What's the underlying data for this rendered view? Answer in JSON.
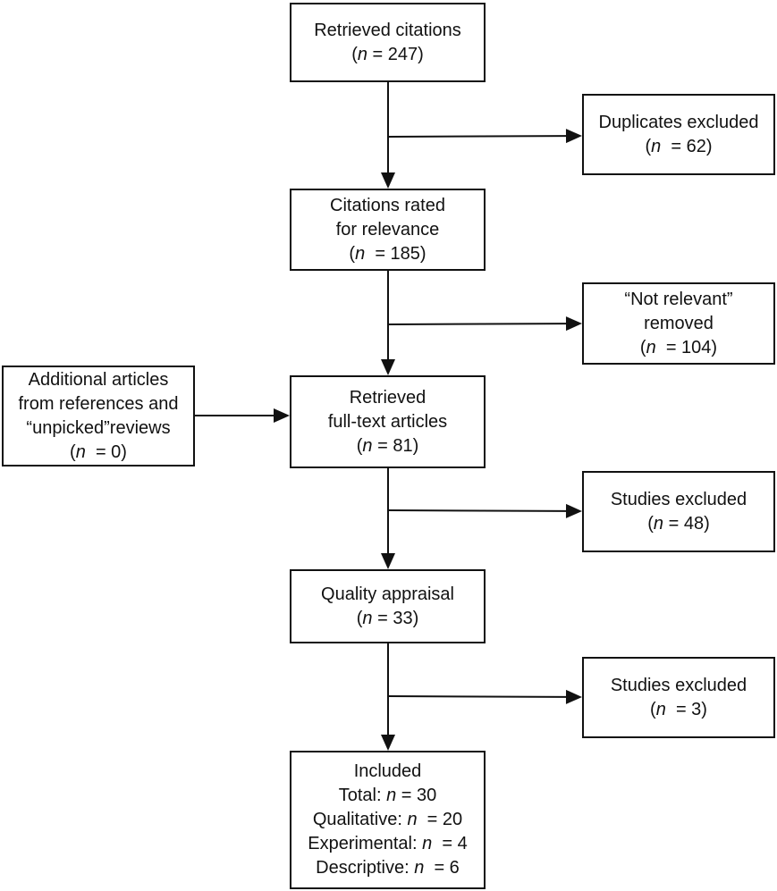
{
  "nodes": [
    {
      "id": "retrieved",
      "lines": [
        {
          "text": "Retrieved citations"
        },
        {
          "n": "n",
          "value": " = 247)",
          "pre": "("
        }
      ]
    },
    {
      "id": "duplicates",
      "lines": [
        {
          "text": "Duplicates excluded"
        },
        {
          "pre": "(",
          "n": "n",
          "value": "  = 62)"
        }
      ]
    },
    {
      "id": "rated",
      "lines": [
        {
          "text": "Citations rated"
        },
        {
          "text": "for relevance"
        },
        {
          "pre": "(",
          "n": "n",
          "value": "  = 185)"
        }
      ]
    },
    {
      "id": "notrelevant",
      "lines": [
        {
          "text": "“Not relevant”"
        },
        {
          "text": "removed"
        },
        {
          "pre": "(",
          "n": "n",
          "value": "  = 104)"
        }
      ]
    },
    {
      "id": "additional",
      "lines": [
        {
          "text": "Additional articles"
        },
        {
          "text": "from references and"
        },
        {
          "text": "“unpicked”reviews"
        },
        {
          "pre": "(",
          "n": "n",
          "value": "  = 0)"
        }
      ]
    },
    {
      "id": "fulltext",
      "lines": [
        {
          "text": "Retrieved"
        },
        {
          "text": "full-text articles"
        },
        {
          "pre": "(",
          "n": "n",
          "value": " = 81)"
        }
      ]
    },
    {
      "id": "excluded1",
      "lines": [
        {
          "text": "Studies excluded"
        },
        {
          "pre": "(",
          "n": "n",
          "value": " = 48)"
        }
      ]
    },
    {
      "id": "quality",
      "lines": [
        {
          "text": "Quality appraisal"
        },
        {
          "pre": "(",
          "n": "n",
          "value": " = 33)"
        }
      ]
    },
    {
      "id": "excluded2",
      "lines": [
        {
          "text": "Studies excluded"
        },
        {
          "pre": "(",
          "n": "n",
          "value": "  = 3)"
        }
      ]
    },
    {
      "id": "included",
      "lines": [
        {
          "text": "Included"
        },
        {
          "pre": "Total: ",
          "n": "n",
          "value": " = 30"
        },
        {
          "pre": "Qualitative: ",
          "n": "n",
          "value": "  = 20"
        },
        {
          "pre": "Experimental: ",
          "n": "n",
          "value": "  = 4"
        },
        {
          "pre": "Descriptive: ",
          "n": "n",
          "value": "  = 6"
        }
      ]
    }
  ],
  "edges": [
    {
      "from": "retrieved",
      "to": "rated"
    },
    {
      "from": "retrieved",
      "to": "duplicates"
    },
    {
      "from": "rated",
      "to": "fulltext"
    },
    {
      "from": "rated",
      "to": "notrelevant"
    },
    {
      "from": "additional",
      "to": "fulltext"
    },
    {
      "from": "fulltext",
      "to": "quality"
    },
    {
      "from": "fulltext",
      "to": "excluded1"
    },
    {
      "from": "quality",
      "to": "included"
    },
    {
      "from": "quality",
      "to": "excluded2"
    }
  ]
}
